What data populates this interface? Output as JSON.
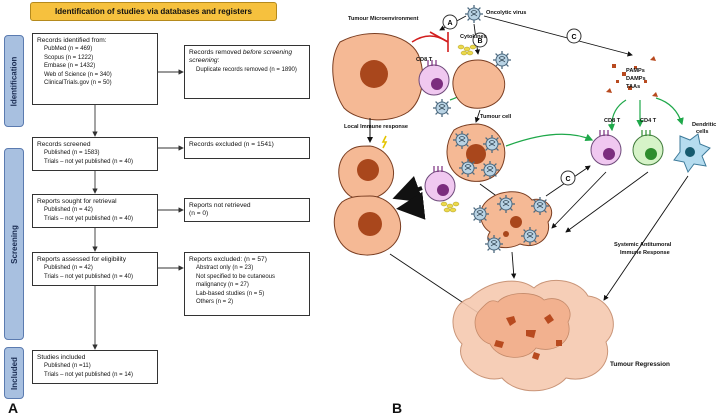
{
  "panelA": {
    "label": "A",
    "header": "Identification of studies via databases and registers",
    "stages": {
      "identification": "Identification",
      "screening": "Screening",
      "included": "Included"
    },
    "identified": {
      "title": "Records identified from:",
      "items": [
        "PubMed (n = 469)",
        "Scopus (n = 1222)",
        "Embase (n = 1432)",
        "Web of Science (n = 340)",
        "ClinicalTrials.gov (n = 50)"
      ]
    },
    "removed": {
      "title_pre": "Records removed",
      "title_em": "before screening",
      "title_post": ":",
      "items": [
        "Duplicate records removed (n = 1890)"
      ]
    },
    "screened": {
      "title": "Records screened",
      "items": [
        "Published (n = 1583)",
        "Trials – not yet published (n = 40)"
      ]
    },
    "excluded": {
      "title": "Records excluded (n = 1541)"
    },
    "retrieval": {
      "title": "Reports sought for retrieval",
      "items": [
        "Published (n = 42)",
        "Trials – not yet published (n = 40)"
      ]
    },
    "not_retrieved": {
      "title": "Reports not retrieved",
      "items": [
        "(n = 0)"
      ]
    },
    "eligibility": {
      "title": "Reports assessed for eligibility",
      "items": [
        "Published (n = 42)",
        "Trials – not yet published (n = 40)"
      ]
    },
    "reports_excluded": {
      "title": "Reports excluded: (n = 57)",
      "items": [
        "Abstract only (n = 23)",
        "Not specified to be cutaneous",
        "malignancy (n = 27)",
        "Lab-based studies (n = 5)",
        "Others (n = 2)"
      ]
    },
    "included": {
      "title": "Studies included",
      "items": [
        "Published (n =11)",
        "Trials – not yet published (n = 14)"
      ]
    }
  },
  "panelB": {
    "label": "B",
    "labels": {
      "tme": "Tumour Microenvironment",
      "cd8a": "CD8 T",
      "cytokines": "Cytokines",
      "virus": "Oncolytic virus",
      "tumour_cell": "Tumour cell",
      "pamps": "PAMPs",
      "damps": "DAMPs",
      "taas": "TAAs",
      "cd8b": "CD8 T",
      "cd4": "CD4 T",
      "dendritic1": "Dendritic",
      "dendritic2": "cells",
      "local": "Local Immune response",
      "systemic1": "Systemic Antitumoral",
      "systemic2": "Immune Response",
      "regression": "Tumour Regression"
    },
    "pathways": {
      "a": "A",
      "b": "B",
      "c1": "C",
      "c2": "C"
    },
    "colors": {
      "cell": "#f5b995",
      "nucleus": "#a9471c",
      "tcell": "#f0c8f0",
      "cd4": "#d6f3c8",
      "dendritic": "#b5dcef",
      "arrow_green": "#1fa84a",
      "inhibit_red": "#d21e1e",
      "debris": "#b84a1f"
    }
  }
}
